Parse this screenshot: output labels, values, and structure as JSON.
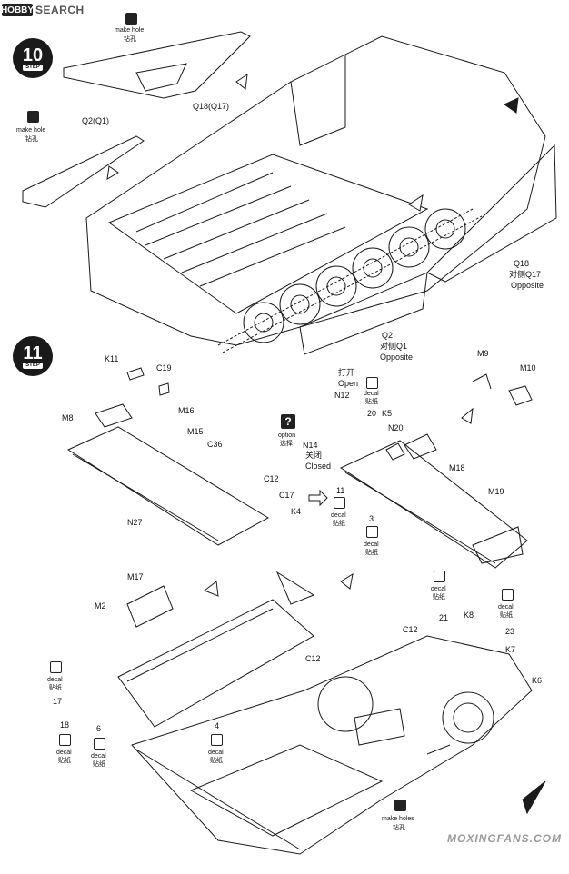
{
  "header": {
    "logo": "HOBBY",
    "brand": "SEARCH"
  },
  "steps": {
    "step10": {
      "number": "10",
      "word": "STEP"
    },
    "step11": {
      "number": "11",
      "word": "STEP"
    }
  },
  "icons": {
    "make_hole": "drill-icon",
    "decal": "decal-icon",
    "option": "question-icon"
  },
  "labels": {
    "make_hole_en": "make hole",
    "make_hole_cn": "钻孔",
    "make_holes_en": "make holes",
    "q18": "Q18(Q17)",
    "q2": "Q2(Q1)",
    "q18b": "Q18",
    "opp_q17": "对侧Q17",
    "opposite": "Opposite",
    "q2b": "Q2",
    "opp_q1": "对侧Q1",
    "k11": "K11",
    "c19": "C19",
    "m8": "M8",
    "m16": "M16",
    "m15": "M15",
    "c36": "C36",
    "c12": "C12",
    "c17": "C17",
    "k4": "K4",
    "n27": "N27",
    "open_cn": "打开",
    "open_en": "Open",
    "n12": "N12",
    "decal_en": "decal",
    "decal_cn": "贴纸",
    "n20_num": "20",
    "k5": "K5",
    "n20": "N20",
    "option_en": "option",
    "option_cn": "选择",
    "n14": "N14",
    "closed_cn": "关闭",
    "closed_en": "Closed",
    "d11": "11",
    "d3": "3",
    "m9": "M9",
    "m10": "M10",
    "m18": "M18",
    "m19": "M19",
    "m17": "M17",
    "m2": "M2",
    "c12b": "C12",
    "d21": "21",
    "k8": "K8",
    "d23": "23",
    "k7": "K7",
    "k6": "K6",
    "d17": "17",
    "d18": "18",
    "d6": "6",
    "d4": "4",
    "c12c": "C12"
  },
  "watermark": "MOXINGFANS.COM"
}
